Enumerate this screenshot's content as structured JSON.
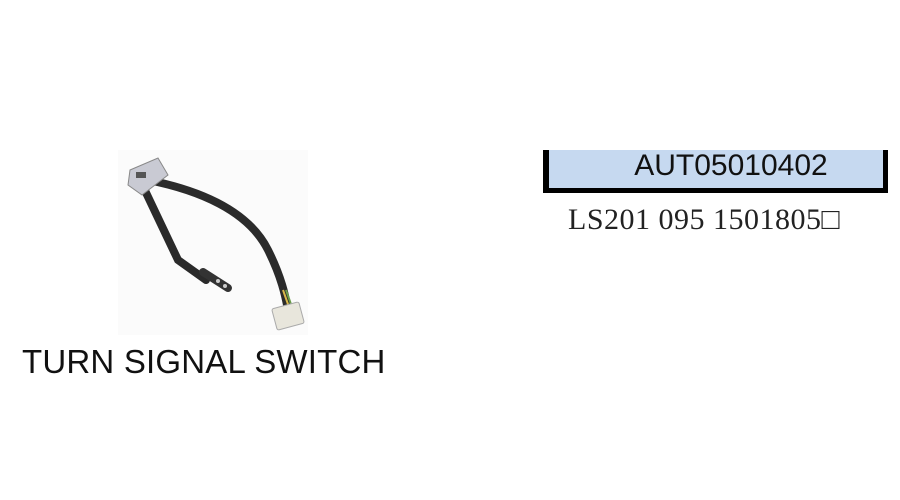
{
  "product": {
    "title": "TURN SIGNAL SWITCH",
    "code": "AUT05010402",
    "reference": "LS201 095 1501805□",
    "image": "turn-signal-switch-photo"
  },
  "colors": {
    "code_box_fill": "#c6d9f0",
    "border": "#000000"
  }
}
